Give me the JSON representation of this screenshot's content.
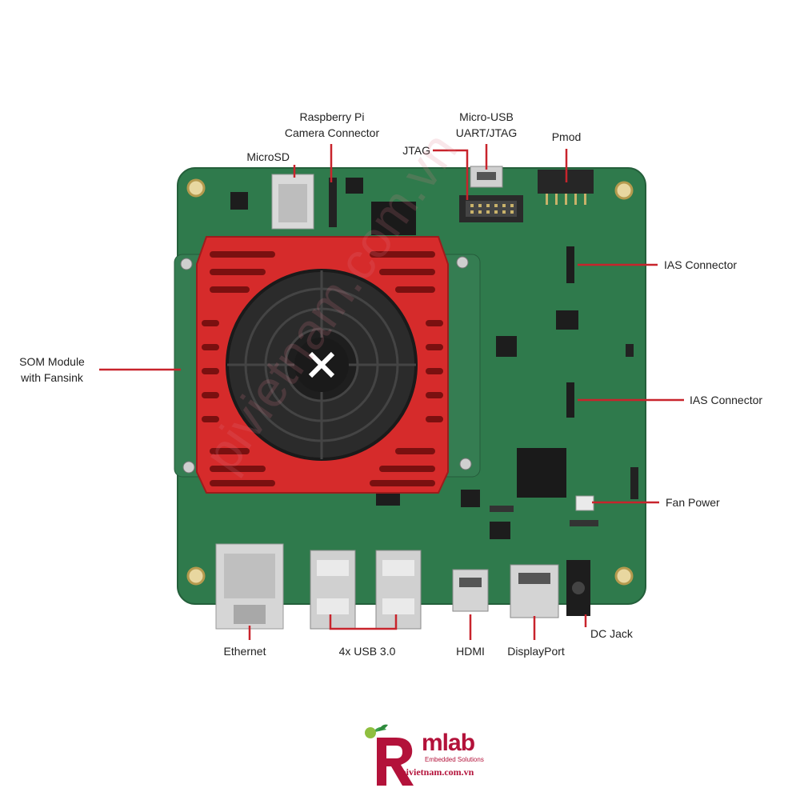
{
  "labels": {
    "raspberry_pi": [
      "Raspberry Pi",
      "Camera Connector"
    ],
    "microsd": "MicroSD",
    "micro_usb": [
      "Micro-USB",
      "UART/JTAG"
    ],
    "jtag": "JTAG",
    "pmod": "Pmod",
    "ias_top": "IAS Connector",
    "ias_mid": "IAS Connector",
    "som": [
      "SOM Module",
      "with Fansink"
    ],
    "fan_power": "Fan Power",
    "ethernet": "Ethernet",
    "usb": "4x USB 3.0",
    "hdmi": "HDMI",
    "displayport": "DisplayPort",
    "dc_jack": "DC Jack"
  },
  "watermark": "pivietnam.com.vn",
  "logo": {
    "letter": "R",
    "name": "mlab",
    "tagline": "Embedded Solutions",
    "site": "pivietnam.com.vn"
  },
  "colors": {
    "board": "#2f7a4c",
    "heatsink": "#d62b2b",
    "leader": "#c8242c",
    "brand": "#b3123a"
  }
}
